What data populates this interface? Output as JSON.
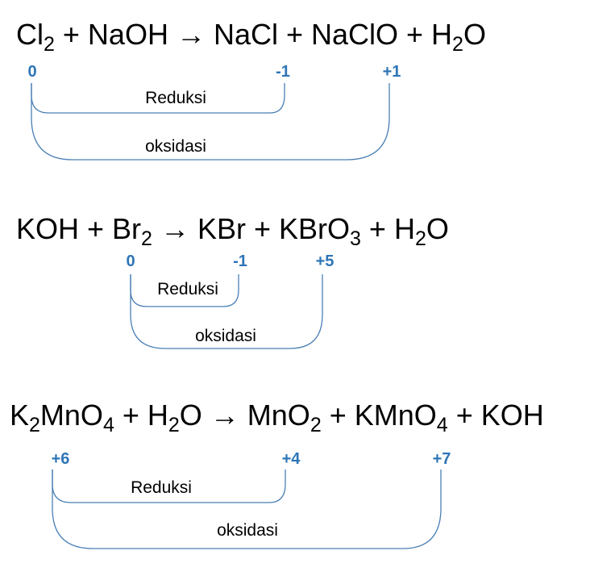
{
  "accent_color": "#2e75b6",
  "bracket_color": "#4a7fb5",
  "equations": [
    {
      "parts": [
        {
          "t": "Cl"
        },
        {
          "s": "2"
        },
        {
          "t": " + NaOH → NaCl + NaClO + H"
        },
        {
          "s": "2"
        },
        {
          "t": "O"
        }
      ],
      "states": [
        "0",
        "-1",
        "+1"
      ],
      "reduction_label": "Reduksi",
      "oxidation_label": "oksidasi"
    },
    {
      "parts": [
        {
          "t": "KOH + Br"
        },
        {
          "s": "2"
        },
        {
          "t": " → KBr + KBrO"
        },
        {
          "s": "3"
        },
        {
          "t": " + H"
        },
        {
          "s": "2"
        },
        {
          "t": "O"
        }
      ],
      "states": [
        "0",
        "-1",
        "+5"
      ],
      "reduction_label": "Reduksi",
      "oxidation_label": "oksidasi"
    },
    {
      "parts": [
        {
          "t": "K"
        },
        {
          "s": "2"
        },
        {
          "t": "MnO"
        },
        {
          "s": "4"
        },
        {
          "t": " + H"
        },
        {
          "s": "2"
        },
        {
          "t": "O → MnO"
        },
        {
          "s": "2"
        },
        {
          "t": " + KMnO"
        },
        {
          "s": "4"
        },
        {
          "t": " + KOH"
        }
      ],
      "states": [
        "+6",
        "+4",
        "+7"
      ],
      "reduction_label": "Reduksi",
      "oxidation_label": "oksidasi"
    }
  ]
}
